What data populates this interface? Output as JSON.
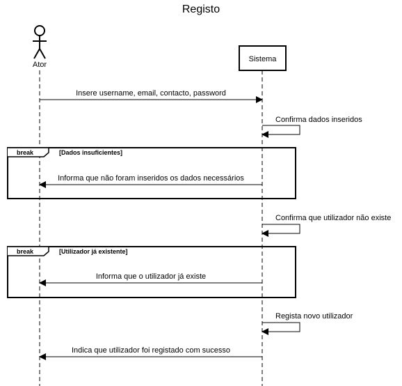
{
  "title": "Registo",
  "participants": [
    {
      "id": "ator",
      "label": "Ator",
      "kind": "actor"
    },
    {
      "id": "sistema",
      "label": "Sistema",
      "kind": "box"
    }
  ],
  "messages": [
    {
      "id": "m1",
      "from": "ator",
      "to": "sistema",
      "label": "Insere username, email, contacto, password"
    },
    {
      "id": "m2",
      "from": "sistema",
      "to": "sistema",
      "label": "Confirma dados inseridos"
    },
    {
      "id": "m3",
      "from": "sistema",
      "to": "ator",
      "label": "Informa que não foram inseridos os dados necessários"
    },
    {
      "id": "m4",
      "from": "sistema",
      "to": "sistema",
      "label": "Confirma que utilizador não existe"
    },
    {
      "id": "m5",
      "from": "sistema",
      "to": "ator",
      "label": "Informa que o utilizador já existe"
    },
    {
      "id": "m6",
      "from": "sistema",
      "to": "sistema",
      "label": "Regista novo utilizador"
    },
    {
      "id": "m7",
      "from": "sistema",
      "to": "ator",
      "label": "Indica que utilizador foi registado com sucesso"
    }
  ],
  "fragments": [
    {
      "id": "f1",
      "operator": "break",
      "condition": "[Dados insuficientes]"
    },
    {
      "id": "f2",
      "operator": "break",
      "condition": "[Utilizador já existente]"
    }
  ]
}
